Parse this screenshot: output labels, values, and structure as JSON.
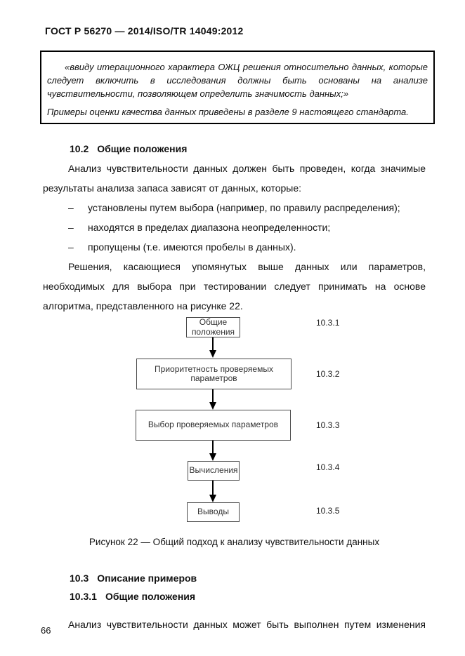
{
  "header": {
    "title": "ГОСТ Р 56270 — 2014/ISO/TR 14049:2012"
  },
  "quote_box": {
    "paragraph1": "«ввиду итерационного характера ОЖЦ решения относительно данных, которые следует включить в исследования должны быть основаны на анализе чувствительности, позволяющем определить значимость данных;»",
    "paragraph2": "Примеры оценки качества данных приведены в разделе 9 настоящего стандарта."
  },
  "section_10_2": {
    "number": "10.2",
    "title": "Общие положения",
    "paragraph1": "Анализ чувствительности данных должен быть проведен, когда значимые результаты анализа запаса зависят от данных, которые:",
    "list_marker": "–",
    "list": [
      {
        "text": "установлены путем выбора (например, по правилу распределения);"
      },
      {
        "text": "находятся в пределах диапазона неопределенности;"
      },
      {
        "text": "пропущены (т.е. имеются пробелы в данных)."
      }
    ],
    "paragraph2": "Решения, касающиеся упомянутых выше данных или параметров, необходимых для выбора при тестировании следует принимать на основе алгоритма, представленного на рисунке 22."
  },
  "flowchart": {
    "nodes": [
      {
        "label": "Общие положения",
        "ref": "10.3.1"
      },
      {
        "label": "Приоритетность проверяемых параметров",
        "ref": "10.3.2"
      },
      {
        "label": "Выбор проверяемых параметров",
        "ref": "10.3.3"
      },
      {
        "label": "Вычисления",
        "ref": "10.3.4"
      },
      {
        "label": "Выводы",
        "ref": "10.3.5"
      }
    ]
  },
  "figure": {
    "caption": "Рисунок 22 — Общий подход к анализу чувствительности данных"
  },
  "section_10_3": {
    "number": "10.3",
    "title": "Описание примеров"
  },
  "section_10_3_1": {
    "number": "10.3.1",
    "title": "Общие положения",
    "paragraph1": "Анализ чувствительности данных может быть выполнен путем изменения"
  },
  "footer": {
    "page_number": "66"
  }
}
